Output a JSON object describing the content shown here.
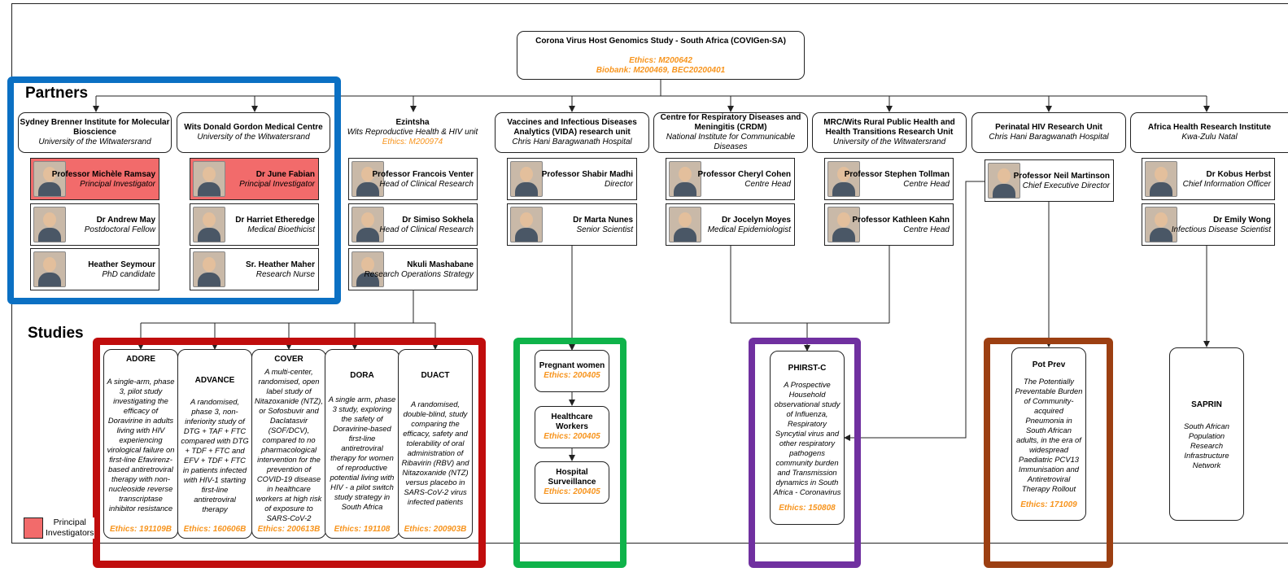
{
  "root": {
    "title": "Corona Virus Host Genomics Study - South Africa (COVIGen-SA)",
    "ethics": "Ethics: M200642",
    "biobank": "Biobank: M200469, BEC20200401"
  },
  "labels": {
    "partners": "Partners",
    "studies": "Studies",
    "legend": "Principal\nInvestigators"
  },
  "colors": {
    "partners_frame": "#0b70c3",
    "red_frame": "#c00d0d",
    "green_frame": "#0fb34a",
    "purple_frame": "#7030a0",
    "brown_frame": "#9c3f12",
    "pi_fill": "#f26b6b",
    "ethics_text": "#f7941d"
  },
  "institutions": [
    {
      "title": "Sydney Brenner Institute for Molecular Bioscience",
      "subtitle": "University of the Witwatersrand",
      "ethics": "",
      "people": [
        {
          "name": "Professor Michèle Ramsay",
          "role": "Principal Investigator",
          "pi": true
        },
        {
          "name": "Dr Andrew May",
          "role": "Postdoctoral Fellow",
          "pi": false
        },
        {
          "name": "Heather Seymour",
          "role": "PhD candidate",
          "pi": false
        }
      ]
    },
    {
      "title": "Wits Donald Gordon Medical Centre",
      "subtitle": "University of the Witwatersrand",
      "ethics": "",
      "people": [
        {
          "name": "Dr June Fabian",
          "role": "Principal Investigator",
          "pi": true
        },
        {
          "name": "Dr Harriet Etheredge",
          "role": "Medical Bioethicist",
          "pi": false
        },
        {
          "name": "Sr. Heather Maher",
          "role": "Research Nurse",
          "pi": false
        }
      ]
    },
    {
      "title": "Ezintsha",
      "subtitle": "Wits Reproductive Health & HIV unit",
      "ethics": "Ethics: M200974",
      "people": [
        {
          "name": "Professor Francois Venter",
          "role": "Head of Clinical Research",
          "pi": false
        },
        {
          "name": "Dr Simiso Sokhela",
          "role": "Head of Clinical Research",
          "pi": false
        },
        {
          "name": "Nkuli Mashabane",
          "role": "Research Operations Strategy",
          "pi": false
        }
      ]
    },
    {
      "title": "Vaccines and Infectious Diseases Analytics (VIDA) research unit",
      "subtitle": "Chris Hani Baragwanath Hospital",
      "ethics": "",
      "people": [
        {
          "name": "Professor Shabir Madhi",
          "role": "Director",
          "pi": false
        },
        {
          "name": "Dr Marta Nunes",
          "role": "Senior Scientist",
          "pi": false
        }
      ]
    },
    {
      "title": "Centre for Respiratory Diseases and Meningitis (CRDM)",
      "subtitle": "National Institute for Communicable Diseases",
      "ethics": "",
      "people": [
        {
          "name": "Professor Cheryl Cohen",
          "role": "Centre Head",
          "pi": false
        },
        {
          "name": "Dr Jocelyn Moyes",
          "role": "Medical Epidemiologist",
          "pi": false
        }
      ]
    },
    {
      "title": "MRC/Wits Rural Public Health and Health Transitions Research Unit",
      "subtitle": "University of the Witwatersrand",
      "ethics": "",
      "people": [
        {
          "name": "Professor Stephen Tollman",
          "role": "Centre Head",
          "pi": false
        },
        {
          "name": "Professor Kathleen Kahn",
          "role": "Centre Head",
          "pi": false
        }
      ]
    },
    {
      "title": "Perinatal HIV Research Unit",
      "subtitle": "Chris Hani Baragwanath Hospital",
      "ethics": "",
      "people": [
        {
          "name": "Professor Neil Martinson",
          "role": "Chief Executive Director",
          "pi": false
        }
      ]
    },
    {
      "title": "Africa Health Research Institute",
      "subtitle": "Kwa-Zulu Natal",
      "ethics": "",
      "people": [
        {
          "name": "Dr Kobus Herbst",
          "role": "Chief Information Officer",
          "pi": false
        },
        {
          "name": "Dr Emily Wong",
          "role": "Infectious Disease Scientist",
          "pi": false
        }
      ]
    }
  ],
  "studies": [
    {
      "title": "ADORE",
      "desc": "A single-arm, phase 3, pilot study investigating the efficacy of Doravirine in adults living with HIV experiencing virological failure on first-line Efavirenz-based antiretroviral therapy with non-nucleoside reverse transcriptase inhibitor resistance",
      "ethics": "Ethics: 191109B"
    },
    {
      "title": "ADVANCE",
      "desc": "A randomised, phase 3, non-inferiority study of DTG + TAF + FTC compared with DTG + TDF + FTC and EFV + TDF + FTC in patients infected with HIV-1 starting first-line antiretroviral therapy",
      "ethics": "Ethics: 160606B"
    },
    {
      "title": "COVER",
      "desc": "A multi-center, randomised, open label study of Nitazoxanide (NTZ), or Sofosbuvir and Daclatasvir (SOF/DCV), compared to no pharmacological intervention for the prevention of COVID-19 disease in healthcare workers at high risk of exposure to SARS-CoV-2",
      "ethics": "Ethics: 200613B"
    },
    {
      "title": "DORA",
      "desc": "A single arm, phase 3 study, exploring the safety of Doravirine-based first-line antiretroviral therapy for women of reproductive potential living with HIV - a pilot switch study strategy in South Africa",
      "ethics": "Ethics: 191108"
    },
    {
      "title": "DUACT",
      "desc": "A randomised, double-blind, study comparing the efficacy, safety and tolerability of oral administration of Ribavirin (RBV) and Nitazoxanide (NTZ) versus placebo in SARS-CoV-2 virus infected patients",
      "ethics": "Ethics: 200903B"
    },
    {
      "title": "Pregnant women",
      "desc": "",
      "ethics": "Ethics: 200405"
    },
    {
      "title": "Healthcare Workers",
      "desc": "",
      "ethics": "Ethics: 200405"
    },
    {
      "title": "Hospital Surveillance",
      "desc": "",
      "ethics": "Ethics: 200405"
    },
    {
      "title": "PHIRST-C",
      "desc": "A Prospective Household observational study of Influenza, Respiratory Syncytial virus and other respiratory pathogens community burden and Transmission dynamics in South Africa - Coronavirus",
      "ethics": "Ethics: 150808"
    },
    {
      "title": "Pot Prev",
      "desc": "The Potentially Preventable Burden of Community-acquired Pneumonia in South African adults, in the era of widespread Paediatric PCV13 Immunisation and Antiretroviral Therapy Rollout",
      "ethics": "Ethics: 171009"
    },
    {
      "title": "SAPRIN",
      "desc": "South African Population Research Infrastructure Network",
      "ethics": ""
    }
  ]
}
